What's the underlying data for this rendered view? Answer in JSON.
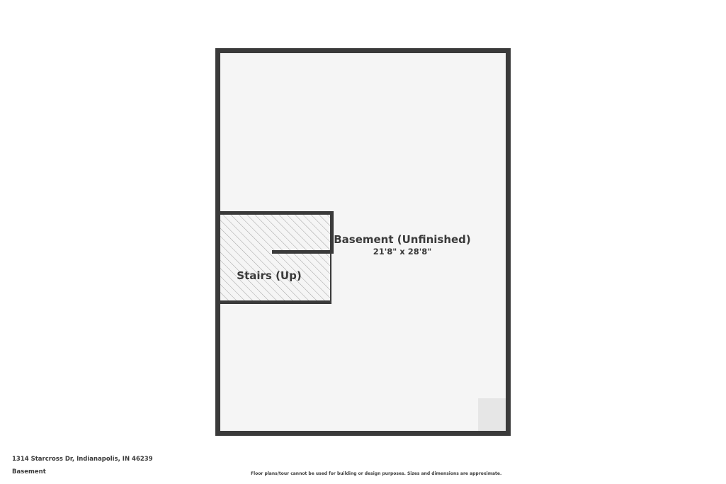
{
  "rooms": {
    "basement": {
      "name": "Basement (Unfinished)",
      "dimensions": "21'8\" x 28'8\""
    },
    "stairs": {
      "name": "Stairs (Up)"
    }
  },
  "footer": {
    "address": "1314 Starcross Dr, Indianapolis, IN 46239",
    "floor_label": "Basement",
    "disclaimer": "Floor plans/tour cannot be used for building or design purposes. Sizes and dimensions are approximate."
  },
  "colors": {
    "wall": "#3a3a3a",
    "floor": "#f5f5f5",
    "hatch": "#9a9a9a",
    "corner_tile": "#e6e6e6"
  }
}
